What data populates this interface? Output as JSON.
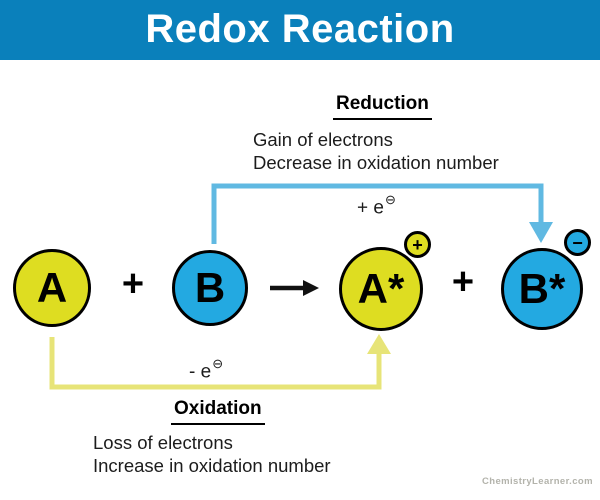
{
  "header": {
    "title": "Redox Reaction"
  },
  "reduction": {
    "label": "Reduction",
    "line1": "Gain of electrons",
    "line2": "Decrease in oxidation number",
    "electron_label": "+ e",
    "electron_symbol": "⊖"
  },
  "oxidation": {
    "label": "Oxidation",
    "line1": "Loss of electrons",
    "line2": "Increase in oxidation number",
    "electron_label": "- e",
    "electron_symbol": "⊖"
  },
  "reaction": {
    "reactant1": "A",
    "plus1": "+",
    "reactant2": "B",
    "product1": "A*",
    "plus2": "+",
    "product2": "B*",
    "product1_charge": "+",
    "product2_charge": "−"
  },
  "colors": {
    "header_bg": "#0a80bb",
    "species_yellow": "#dedd21",
    "species_blue": "#23a9e1",
    "reduction_arrow": "#60b9e2",
    "oxidation_arrow": "#e7e478",
    "reaction_arrow": "#111111",
    "watermark_gray": "#b3b3ab"
  },
  "watermark": "ChemistryLearner.com"
}
